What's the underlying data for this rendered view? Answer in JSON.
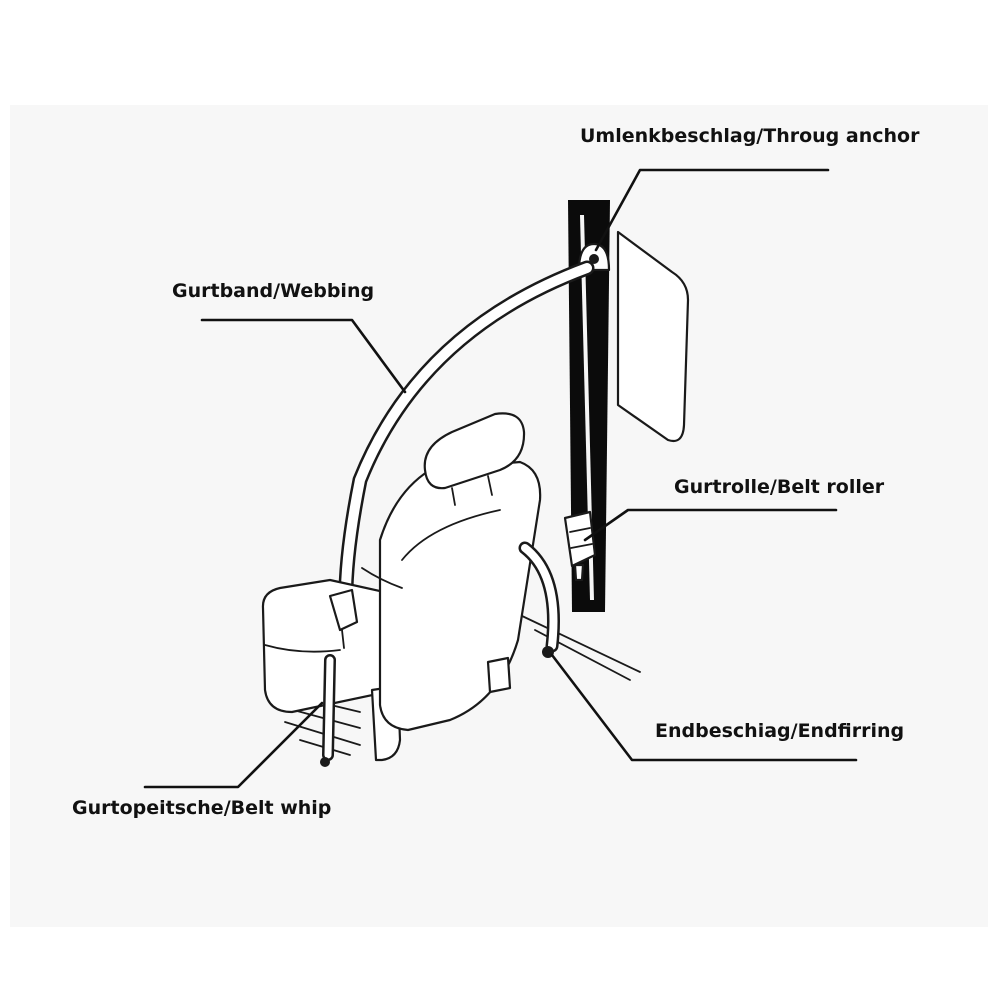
{
  "labels": {
    "through_anchor": "Umlenkbeschlag/Throug anchor",
    "webbing": "Gurtband/Webbing",
    "belt_roller": "Gurtrolle/Belt roller",
    "end_fitting": "Endbeschiag/Endfirring",
    "belt_whip": "Gurtopeitsche/Belt whip"
  },
  "colors": {
    "background": "#ffffff",
    "paper": "#f7f7f7",
    "ink": "#111111",
    "pillar": "#0b0b0b"
  }
}
